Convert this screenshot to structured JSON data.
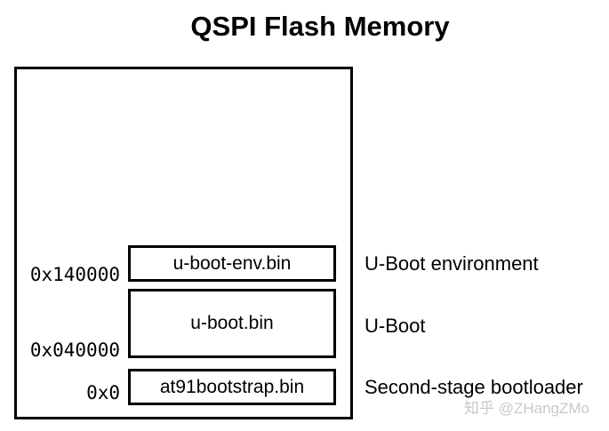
{
  "title": "QSPI Flash Memory",
  "diagram": {
    "name": "qspi-flash-memory-layout",
    "regions": [
      {
        "file": "u-boot-env.bin",
        "address": "0x140000",
        "description": "U-Boot environment"
      },
      {
        "file": "u-boot.bin",
        "address": "0x040000",
        "description": "U-Boot"
      },
      {
        "file": "at91bootstrap.bin",
        "address": "0x0",
        "description": "Second-stage bootloader"
      }
    ]
  },
  "watermark": "知乎 @ZHangZMo",
  "colors": {
    "background": "#ffffff",
    "border": "#000000",
    "text": "#000000",
    "watermark": "#c8c8c8"
  }
}
